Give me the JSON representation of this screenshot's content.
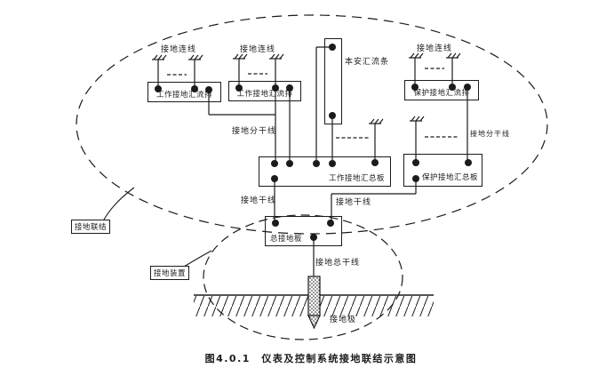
{
  "caption": "图4.0.1　仪表及控制系统接地联结示意图",
  "colors": {
    "ink": "#1b1b1b",
    "paper": "#ffffff"
  },
  "boxes": {
    "work_busbar_1": "工作接地汇流排",
    "work_busbar_2": "工作接地汇流排",
    "protect_busbar": "保护接地汇流排",
    "intrinsic_safe_busbar": "本安汇流条",
    "work_summary_board": "工作接地汇总板",
    "protect_summary_board": "保护接地汇总板",
    "main_ground_board": "总接地板"
  },
  "labels": {
    "ground_conn_wire_1": "接地连线",
    "ground_conn_wire_2": "接地连线",
    "ground_conn_wire_3": "接地连线",
    "branch_trunk_left": "接地分干线",
    "branch_trunk_right": "接地分干线",
    "trunk_left": "接地干线",
    "trunk_right": "接地干线",
    "main_trunk": "接地总干线",
    "electrode": "接地极",
    "bonding_tag": "接地联结",
    "device_tag": "接地装置"
  }
}
